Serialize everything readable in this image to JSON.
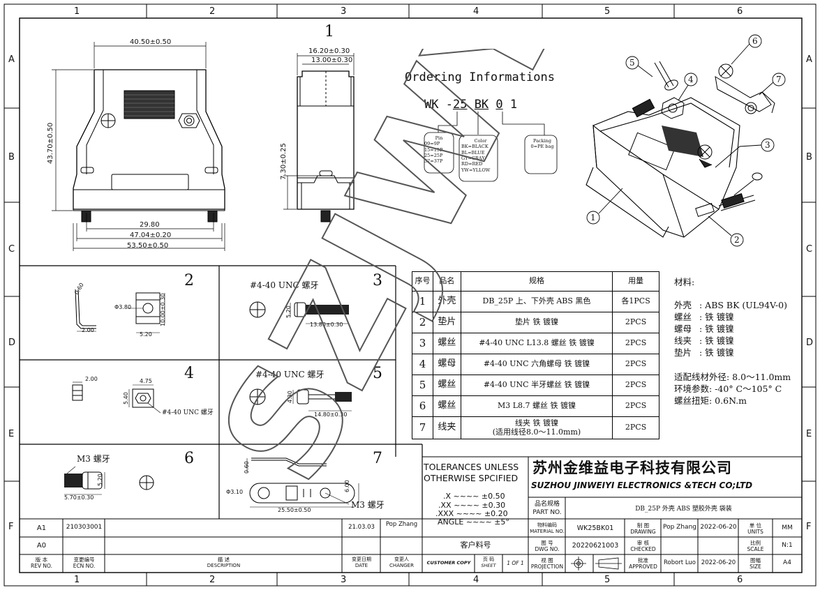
{
  "zones": {
    "cols": [
      "1",
      "2",
      "3",
      "4",
      "5",
      "6"
    ],
    "rows": [
      "A",
      "B",
      "C",
      "D",
      "E",
      "F"
    ]
  },
  "view1": {
    "number": "1",
    "dims": {
      "top_width": "40.50±0.50",
      "height": "43.70±0.50",
      "inner": "29.80",
      "mid": "47.04±0.20",
      "total": "53.50±0.50",
      "side_top1": "16.20±0.30",
      "side_top2": "13.00±0.30",
      "side_height": "7.30±0.25"
    }
  },
  "ordering": {
    "title": "Ordering Informations",
    "code": {
      "prefix": "WK -",
      "pin": "25",
      "color": "BK",
      "packing": "0",
      "suffix": "1"
    },
    "pin_box": {
      "title": "Pin",
      "lines": [
        "09=9P",
        "15=15P",
        "25=25P",
        "37=37P"
      ]
    },
    "color_box": {
      "title": "Color",
      "lines": [
        "BK=BLACK",
        "BL=BLUE",
        "GY=GRAY",
        "RD=RED",
        "YW=YLLOW"
      ]
    },
    "packing_box": {
      "title": "Packing",
      "lines": [
        "0=PE bag"
      ]
    }
  },
  "exploded": {
    "callouts": [
      "1",
      "2",
      "3",
      "4",
      "5",
      "6",
      "7"
    ]
  },
  "details": {
    "d2": {
      "number": "2",
      "dims": [
        "0.60",
        "Φ3.80",
        "10.00±0.30",
        "2.00",
        "5.20"
      ]
    },
    "d3": {
      "number": "3",
      "label": "#4-40 UNC  螺牙",
      "dims": [
        "5.20",
        "13.80±0.30"
      ]
    },
    "d4": {
      "number": "4",
      "label": "#4-40 UNC  螺牙",
      "dims": [
        "2.00",
        "4.75",
        "5.40"
      ]
    },
    "d5": {
      "number": "5",
      "label": "#4-40 UNC  螺牙",
      "dims": [
        "4.30",
        "14.80±0.30"
      ]
    },
    "d6": {
      "number": "6",
      "label": "M3  螺牙",
      "dims": [
        "5.20",
        "5.70±0.30"
      ]
    },
    "d7": {
      "number": "7",
      "label": "M3  螺牙",
      "dims": [
        "0.60",
        "Φ3.10",
        "25.50±0.50",
        "6.00"
      ]
    }
  },
  "parts_table": {
    "headers": [
      "序号",
      "品名",
      "规格",
      "用量"
    ],
    "rows": [
      {
        "no": "1",
        "name": "外壳",
        "spec": "DB_25P 上、下外壳 ABS 黑色",
        "qty": "各1PCS"
      },
      {
        "no": "2",
        "name": "垫片",
        "spec": "垫片   铁   镀镍",
        "qty": "2PCS"
      },
      {
        "no": "3",
        "name": "螺丝",
        "spec": "#4-40 UNC  L13.8 螺丝 铁 镀镍",
        "qty": "2PCS"
      },
      {
        "no": "4",
        "name": "螺母",
        "spec": "#4-40 UNC  六角螺母   铁   镀镍",
        "qty": "2PCS"
      },
      {
        "no": "5",
        "name": "螺丝",
        "spec": "#4-40 UNC  半牙螺丝 铁 镀镍",
        "qty": "2PCS"
      },
      {
        "no": "6",
        "name": "螺丝",
        "spec": "M3  L8.7  螺丝 铁 镀镍",
        "qty": "2PCS"
      },
      {
        "no": "7",
        "name": "线夹",
        "spec": "线夹   铁   镀镍",
        "spec2": "(适用线径8.0～11.0mm)",
        "qty": "2PCS"
      }
    ]
  },
  "materials": {
    "title": "材料:",
    "rows": [
      {
        "k": "外壳",
        "v": ":   ABS BK (UL94V-0)"
      },
      {
        "k": "螺丝",
        "v": ":   铁   镀镍"
      },
      {
        "k": "螺母",
        "v": ":   铁   镀镍"
      },
      {
        "k": "线夹",
        "v": ":   铁   镀镍"
      },
      {
        "k": "垫片",
        "v": ":   铁   镀镍"
      }
    ],
    "notes": [
      "适配线材外径: 8.0～11.0mm",
      "环境参数: -40° C～105° C",
      "螺丝扭矩: 0.6N.m"
    ]
  },
  "tolerances": {
    "title1": "TOLERANCES UNLESS",
    "title2": "OTHERWISE SPCIFIED",
    "lines": [
      ".X  ~~~~  ±0.50",
      ".XX  ~~~~  ±0.30",
      ".XXX  ~~~~  ±0.20",
      "ANGLE  ~~~~  ±5°"
    ]
  },
  "company": {
    "cn": "苏州金维益电子科技有限公司",
    "en": "SUZHOU JINWEIYI ELECTRONICS &TECH CO;LTD"
  },
  "title_block": {
    "part_name_label": "品名规格",
    "part_name_label_en": "PART NO.",
    "part_name": "DB_25P  外壳  ABS  塑胶外壳  袋装",
    "material_label": "物料编码",
    "material_label_en": "MATERIAL NO.",
    "material_no": "WK25BK01",
    "drawing_label": "制 图",
    "drawing_label_en": "DRAWING",
    "drawer": "Pop Zhang",
    "draw_date": "2022-06-20",
    "units_label": "单 位",
    "units_label_en": "UNITS",
    "units": "MM",
    "dwg_label": "图 号",
    "dwg_label_en": "DWG NO.",
    "dwg_no": "20220621003",
    "checked_label": "审 核",
    "checked_label_en": "CHECKED",
    "scale_label": "比例",
    "scale_label_en": "SCALE",
    "scale": "N:1",
    "customer_no_label": "客户料号",
    "projection_label": "视 图",
    "projection_label_en": "PROJECTION",
    "approved_label": "批准",
    "approved_label_en": "APPROVED",
    "approver": "Robort Luo",
    "approve_date": "2022-06-20",
    "size_label": "图幅",
    "size_label_en": "SIZE",
    "size": "A4",
    "customer_copy": "CUSTOMER COPY",
    "sheet_label": "页 码",
    "sheet_label_en": "SHEET",
    "sheet": "1 OF 1"
  },
  "revisions": {
    "rows": [
      {
        "rev": "A1",
        "ecn": "210303001",
        "desc": "",
        "date": "21.03.03",
        "changer": "Pop Zhang"
      },
      {
        "rev": "A0",
        "ecn": "",
        "desc": "",
        "date": "",
        "changer": ""
      }
    ],
    "headers": {
      "rev": "版 本",
      "rev_en": "REV NO.",
      "ecn": "变更编号",
      "ecn_en": "ECN NO.",
      "desc": "描 述",
      "desc_en": "DESCRIPTION",
      "date": "变更日期",
      "date_en": "DATE",
      "changer": "变更人",
      "changer_en": "CHANGER"
    }
  },
  "watermark": "SZJWY"
}
